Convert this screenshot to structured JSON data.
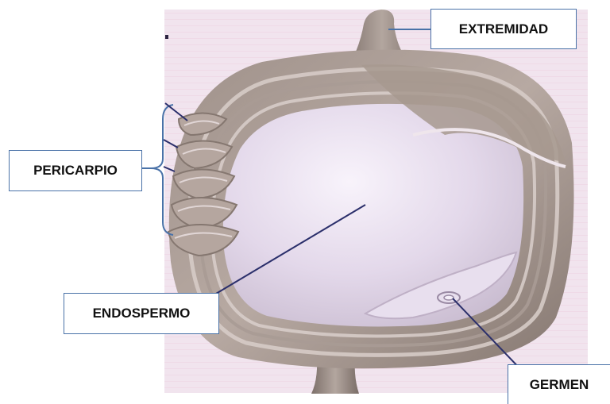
{
  "diagram": {
    "subject": "corte de grano de maíz",
    "labels": {
      "extremidad": "EXTREMIDAD",
      "pericarpio": "PERICARPIO",
      "endospermo": "ENDOSPERMO",
      "germen": "GERMEN"
    },
    "colors": {
      "background_paper": "#f1e2ec",
      "hull": "#8e8079",
      "hull_light": "#c7b9b2",
      "endosperm": "#ddd2e6",
      "endosperm_center": "#f7f2fb",
      "label_border": "#4a72a8",
      "leader_line": "#2b2f6b"
    }
  }
}
